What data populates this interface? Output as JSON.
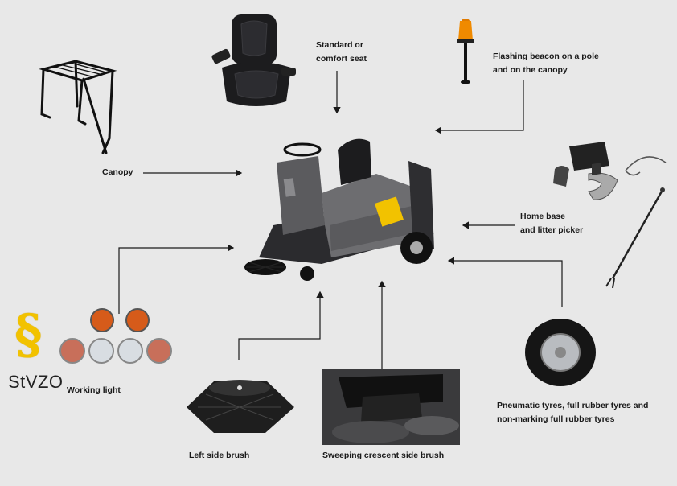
{
  "labels": {
    "seat": [
      "Standard or",
      "comfort seat"
    ],
    "beacon": [
      "Flashing beacon on a pole",
      "and on the canopy"
    ],
    "canopy": [
      "Canopy"
    ],
    "home_base": [
      "Home base",
      "and litter picker"
    ],
    "working_light": [
      "Working light"
    ],
    "left_brush": [
      "Left side brush"
    ],
    "crescent_brush": [
      "Sweeping crescent side brush"
    ],
    "tyres": [
      "Pneumatic tyres, full rubber tyres and",
      "non-marking full rubber tyres"
    ]
  },
  "stvzo": {
    "symbol": "§",
    "text": "StVZO"
  },
  "colors": {
    "background": "#e8e8e8",
    "machine_body": "#6d6d70",
    "machine_dark": "#2b2b2e",
    "brand_yellow": "#f2c200",
    "beacon_orange": "#f08a00",
    "arrow": "#1a1a1a"
  }
}
